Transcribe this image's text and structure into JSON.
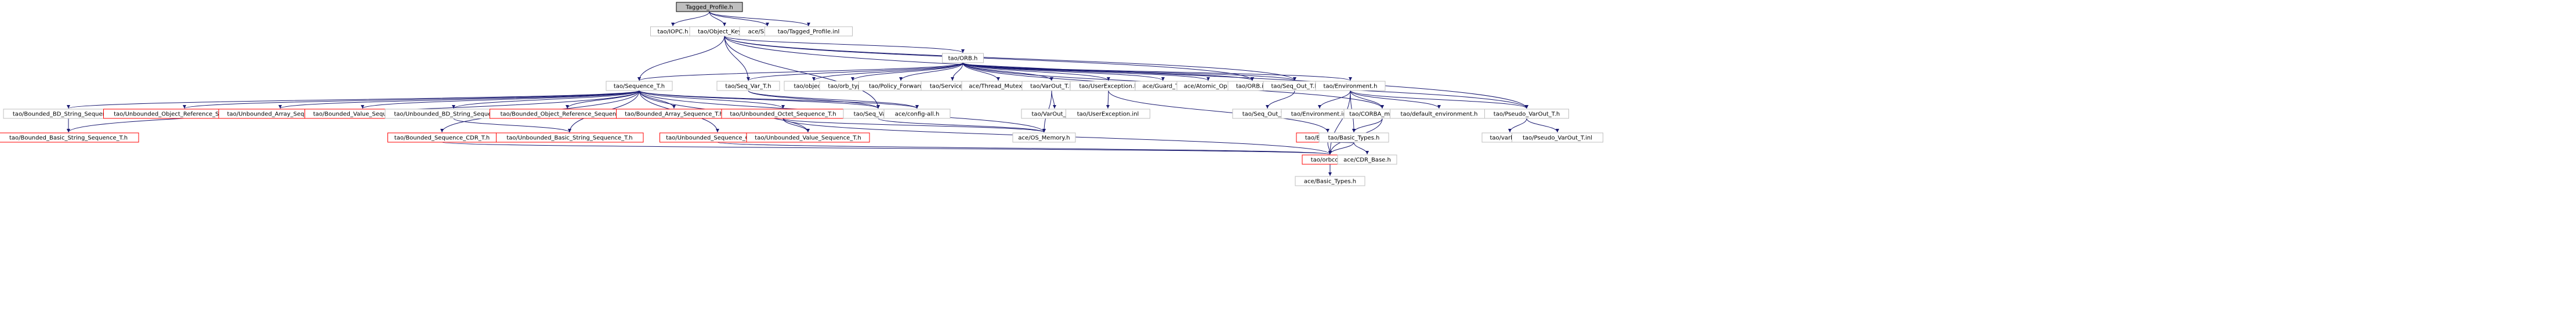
{
  "graph": {
    "title": "Tagged_Profile.h",
    "colors": {
      "edge": "#191970",
      "node_border": "#bfbfbf",
      "missing_border": "#ff0000",
      "root_fill": "#bfbfbf"
    },
    "nodes": [
      {
        "id": "n0",
        "label": "Tagged_Profile.h",
        "kind": "root"
      },
      {
        "id": "n1",
        "label": "tao/IOPC.h",
        "kind": "file"
      },
      {
        "id": "n2",
        "label": "tao/Object_KeyC.h",
        "kind": "file"
      },
      {
        "id": "n3",
        "label": "ace/SString.h",
        "kind": "file"
      },
      {
        "id": "n4",
        "label": "tao/Tagged_Profile.inl",
        "kind": "file"
      },
      {
        "id": "n5",
        "label": "tao/ORB.h",
        "kind": "file"
      },
      {
        "id": "n6",
        "label": "tao/Sequence_T.h",
        "kind": "file"
      },
      {
        "id": "n7",
        "label": "tao/Seq_Var_T.h",
        "kind": "file"
      },
      {
        "id": "n8",
        "label": "tao/objectid.h",
        "kind": "file"
      },
      {
        "id": "n9",
        "label": "tao/orb_typesC.h",
        "kind": "file"
      },
      {
        "id": "n10",
        "label": "tao/Policy_ForwardC.h",
        "kind": "file"
      },
      {
        "id": "n11",
        "label": "tao/ServicesC.h",
        "kind": "file"
      },
      {
        "id": "n12",
        "label": "ace/Thread_Mutex.h",
        "kind": "file"
      },
      {
        "id": "n13",
        "label": "tao/VarOut_T.h",
        "kind": "file"
      },
      {
        "id": "n14",
        "label": "tao/UserException.h",
        "kind": "file"
      },
      {
        "id": "n15",
        "label": "ace/Guard_T.h",
        "kind": "file"
      },
      {
        "id": "n16",
        "label": "ace/Atomic_Op.h",
        "kind": "file"
      },
      {
        "id": "n17",
        "label": "tao/ORB.inl",
        "kind": "file"
      },
      {
        "id": "n18",
        "label": "tao/Seq_Out_T.h",
        "kind": "file"
      },
      {
        "id": "n19",
        "label": "tao/Environment.h",
        "kind": "file"
      },
      {
        "id": "n20",
        "label": "tao/Bounded_BD_String_Sequence_T.h",
        "kind": "file"
      },
      {
        "id": "n21",
        "label": "tao/Unbounded_Object_Reference_Sequence_T.h",
        "kind": "missing"
      },
      {
        "id": "n22",
        "label": "tao/Unbounded_Array_Sequence_T.h",
        "kind": "missing"
      },
      {
        "id": "n23",
        "label": "tao/Bounded_Value_Sequence_T.h",
        "kind": "missing"
      },
      {
        "id": "n24",
        "label": "tao/Unbounded_BD_String_Sequence_T.h",
        "kind": "file"
      },
      {
        "id": "n25",
        "label": "tao/Bounded_Object_Reference_Sequence_T.h",
        "kind": "missing"
      },
      {
        "id": "n26",
        "label": "tao/Bounded_Array_Sequence_T.h",
        "kind": "missing"
      },
      {
        "id": "n27",
        "label": "tao/Unbounded_Octet_Sequence_T.h",
        "kind": "missing"
      },
      {
        "id": "n28",
        "label": "tao/Seq_Var_T.inl",
        "kind": "file"
      },
      {
        "id": "n29",
        "label": "ace/config-all.h",
        "kind": "file"
      },
      {
        "id": "n30",
        "label": "tao/VarOut_T.inl",
        "kind": "file"
      },
      {
        "id": "n31",
        "label": "tao/UserException.inl",
        "kind": "file"
      },
      {
        "id": "n32",
        "label": "tao/Seq_Out_T.inl",
        "kind": "file"
      },
      {
        "id": "n33",
        "label": "tao/Environment.inl",
        "kind": "file"
      },
      {
        "id": "n34",
        "label": "tao/CORBA_methods.h",
        "kind": "file"
      },
      {
        "id": "n35",
        "label": "tao/default_environment.h",
        "kind": "file"
      },
      {
        "id": "n36",
        "label": "tao/Pseudo_VarOut_T.h",
        "kind": "file"
      },
      {
        "id": "n37",
        "label": "tao/Bounded_Basic_String_Sequence_T.h",
        "kind": "missing"
      },
      {
        "id": "n38",
        "label": "tao/Unbounded_Basic_String_Sequence_T.h",
        "kind": "missing"
      },
      {
        "id": "n39",
        "label": "tao/Bounded_Sequence_CDR_T.h",
        "kind": "missing"
      },
      {
        "id": "n40",
        "label": "tao/Unbounded_Sequence_CDR_T.h",
        "kind": "missing"
      },
      {
        "id": "n41",
        "label": "tao/Unbounded_Value_Sequence_T.h",
        "kind": "missing"
      },
      {
        "id": "n42",
        "label": "ace/OS_Memory.h",
        "kind": "file"
      },
      {
        "id": "n43",
        "label": "tao/Exception.h",
        "kind": "missing"
      },
      {
        "id": "n44",
        "label": "tao/Basic_Types.h",
        "kind": "file"
      },
      {
        "id": "n45",
        "label": "tao/varbase.h",
        "kind": "file"
      },
      {
        "id": "n46",
        "label": "tao/Pseudo_VarOut_T.inl",
        "kind": "file"
      },
      {
        "id": "n47",
        "label": "tao/orbconf.h",
        "kind": "missing"
      },
      {
        "id": "n48",
        "label": "ace/CDR_Base.h",
        "kind": "file"
      },
      {
        "id": "n49",
        "label": "ace/Basic_Types.h",
        "kind": "file"
      }
    ],
    "edges": [
      [
        "n0",
        "n1"
      ],
      [
        "n0",
        "n2"
      ],
      [
        "n0",
        "n3"
      ],
      [
        "n0",
        "n4"
      ],
      [
        "n2",
        "n5"
      ],
      [
        "n2",
        "n6"
      ],
      [
        "n2",
        "n7"
      ],
      [
        "n2",
        "n28"
      ],
      [
        "n2",
        "n18"
      ],
      [
        "n2",
        "n17"
      ],
      [
        "n2",
        "n36"
      ],
      [
        "n5",
        "n6"
      ],
      [
        "n5",
        "n7"
      ],
      [
        "n5",
        "n8"
      ],
      [
        "n5",
        "n9"
      ],
      [
        "n5",
        "n10"
      ],
      [
        "n5",
        "n11"
      ],
      [
        "n5",
        "n12"
      ],
      [
        "n5",
        "n13"
      ],
      [
        "n5",
        "n14"
      ],
      [
        "n5",
        "n15"
      ],
      [
        "n5",
        "n16"
      ],
      [
        "n5",
        "n17"
      ],
      [
        "n5",
        "n18"
      ],
      [
        "n5",
        "n19"
      ],
      [
        "n5",
        "n34"
      ],
      [
        "n5",
        "n36"
      ],
      [
        "n6",
        "n20"
      ],
      [
        "n6",
        "n21"
      ],
      [
        "n6",
        "n22"
      ],
      [
        "n6",
        "n23"
      ],
      [
        "n6",
        "n24"
      ],
      [
        "n6",
        "n25"
      ],
      [
        "n6",
        "n26"
      ],
      [
        "n6",
        "n27"
      ],
      [
        "n6",
        "n28"
      ],
      [
        "n6",
        "n29"
      ],
      [
        "n6",
        "n37"
      ],
      [
        "n6",
        "n38"
      ],
      [
        "n6",
        "n39"
      ],
      [
        "n6",
        "n40"
      ],
      [
        "n6",
        "n41"
      ],
      [
        "n6",
        "n42"
      ],
      [
        "n7",
        "n28"
      ],
      [
        "n7",
        "n29"
      ],
      [
        "n13",
        "n30"
      ],
      [
        "n13",
        "n42"
      ],
      [
        "n14",
        "n31"
      ],
      [
        "n14",
        "n43"
      ],
      [
        "n18",
        "n32"
      ],
      [
        "n19",
        "n33"
      ],
      [
        "n19",
        "n34"
      ],
      [
        "n19",
        "n35"
      ],
      [
        "n19",
        "n36"
      ],
      [
        "n19",
        "n44"
      ],
      [
        "n19",
        "n47"
      ],
      [
        "n20",
        "n37"
      ],
      [
        "n24",
        "n38"
      ],
      [
        "n27",
        "n41"
      ],
      [
        "n27",
        "n42"
      ],
      [
        "n27",
        "n47"
      ],
      [
        "n28",
        "n42"
      ],
      [
        "n34",
        "n44"
      ],
      [
        "n34",
        "n47"
      ],
      [
        "n36",
        "n45"
      ],
      [
        "n36",
        "n46"
      ],
      [
        "n39",
        "n47"
      ],
      [
        "n40",
        "n47"
      ],
      [
        "n43",
        "n44"
      ],
      [
        "n43",
        "n47"
      ],
      [
        "n44",
        "n47"
      ],
      [
        "n44",
        "n48"
      ],
      [
        "n47",
        "n49"
      ]
    ]
  }
}
